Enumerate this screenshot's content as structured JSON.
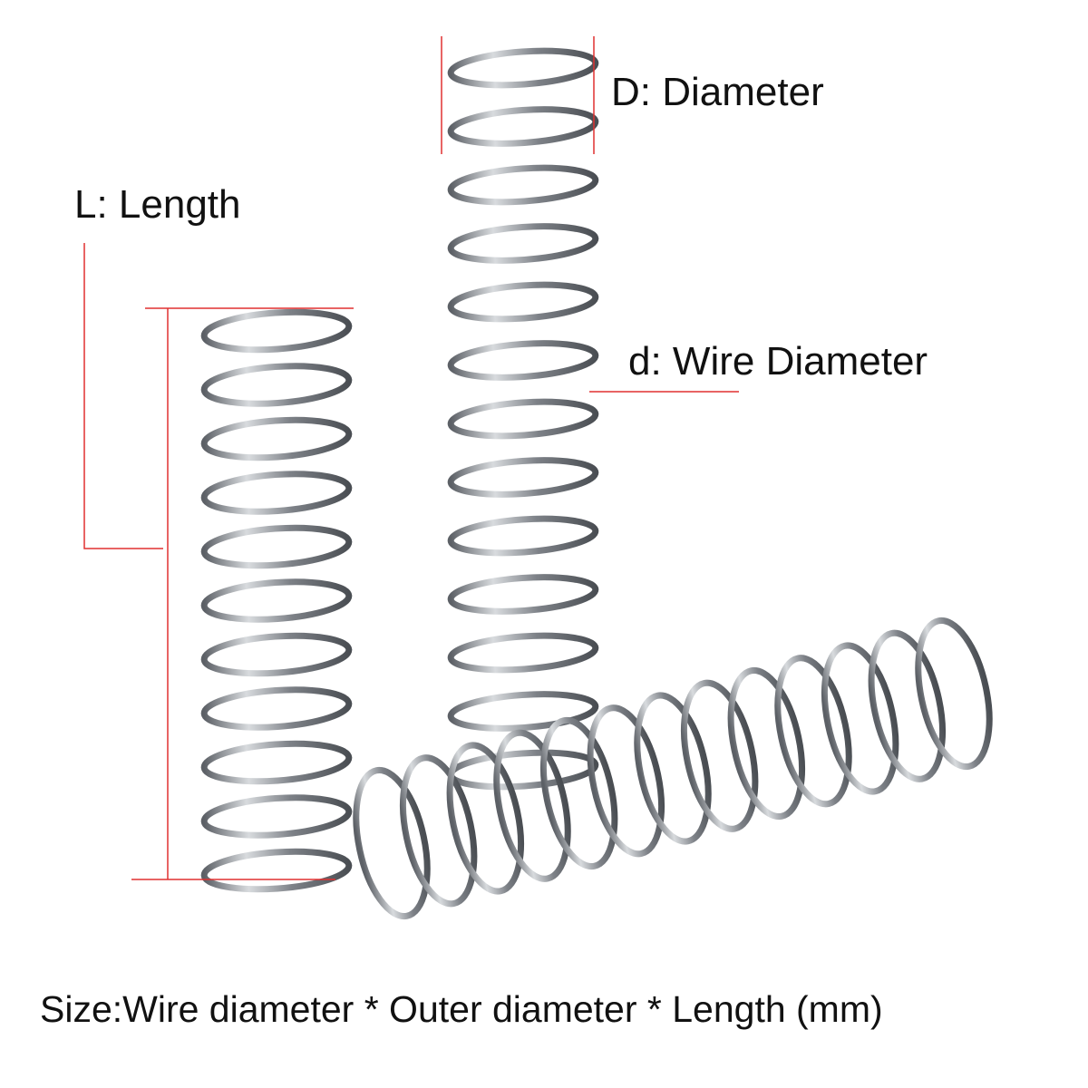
{
  "labels": {
    "diameter": "D: Diameter",
    "length": "L: Length",
    "wire_diameter": "d: Wire Diameter"
  },
  "caption": "Size:Wire diameter * Outer diameter * Length (mm)",
  "colors": {
    "dimension_line": "#e03030",
    "spring_metal": "#8a8e93",
    "text": "#111111"
  }
}
